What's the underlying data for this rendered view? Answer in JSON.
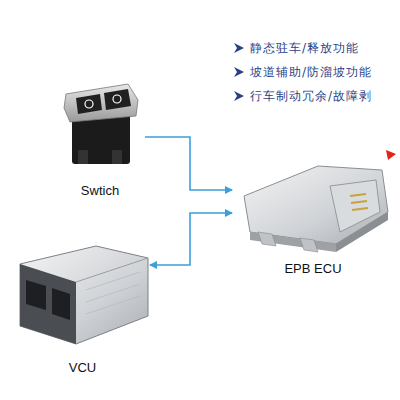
{
  "diagram": {
    "nodes": [
      {
        "text": [
          "Swtich"
        ]
      },
      {
        "text": [
          "EPB ECU"
        ]
      },
      {
        "text": [
          "VCU"
        ]
      }
    ],
    "edges": [
      {
        "from": 0,
        "to": 1,
        "arrow": "to"
      },
      {
        "from": 1,
        "to": 2,
        "arrow": "both"
      }
    ],
    "labels": [
      "静态驻车/释放功能",
      "坡道辅助/防溜坡功能",
      "行车制动冗余/故障剥"
    ]
  }
}
